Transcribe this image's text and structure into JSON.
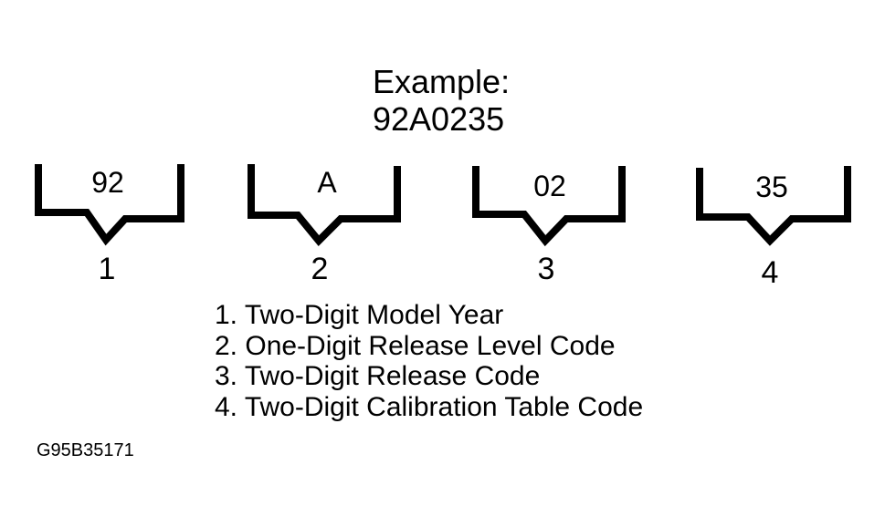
{
  "header": {
    "label": "Example:",
    "code": "92A0235"
  },
  "segments": [
    {
      "text": "92",
      "number": "1"
    },
    {
      "text": "A",
      "number": "2"
    },
    {
      "text": "02",
      "number": "3"
    },
    {
      "text": "35",
      "number": "4"
    }
  ],
  "legend": [
    "1. Two-Digit Model Year",
    "2. One-Digit Release Level Code",
    "3. Two-Digit Release Code",
    "4. Two-Digit Calibration Table Code"
  ],
  "figure_id": "G95B35171",
  "colors": {
    "ink": "#000000",
    "background": "#ffffff"
  }
}
